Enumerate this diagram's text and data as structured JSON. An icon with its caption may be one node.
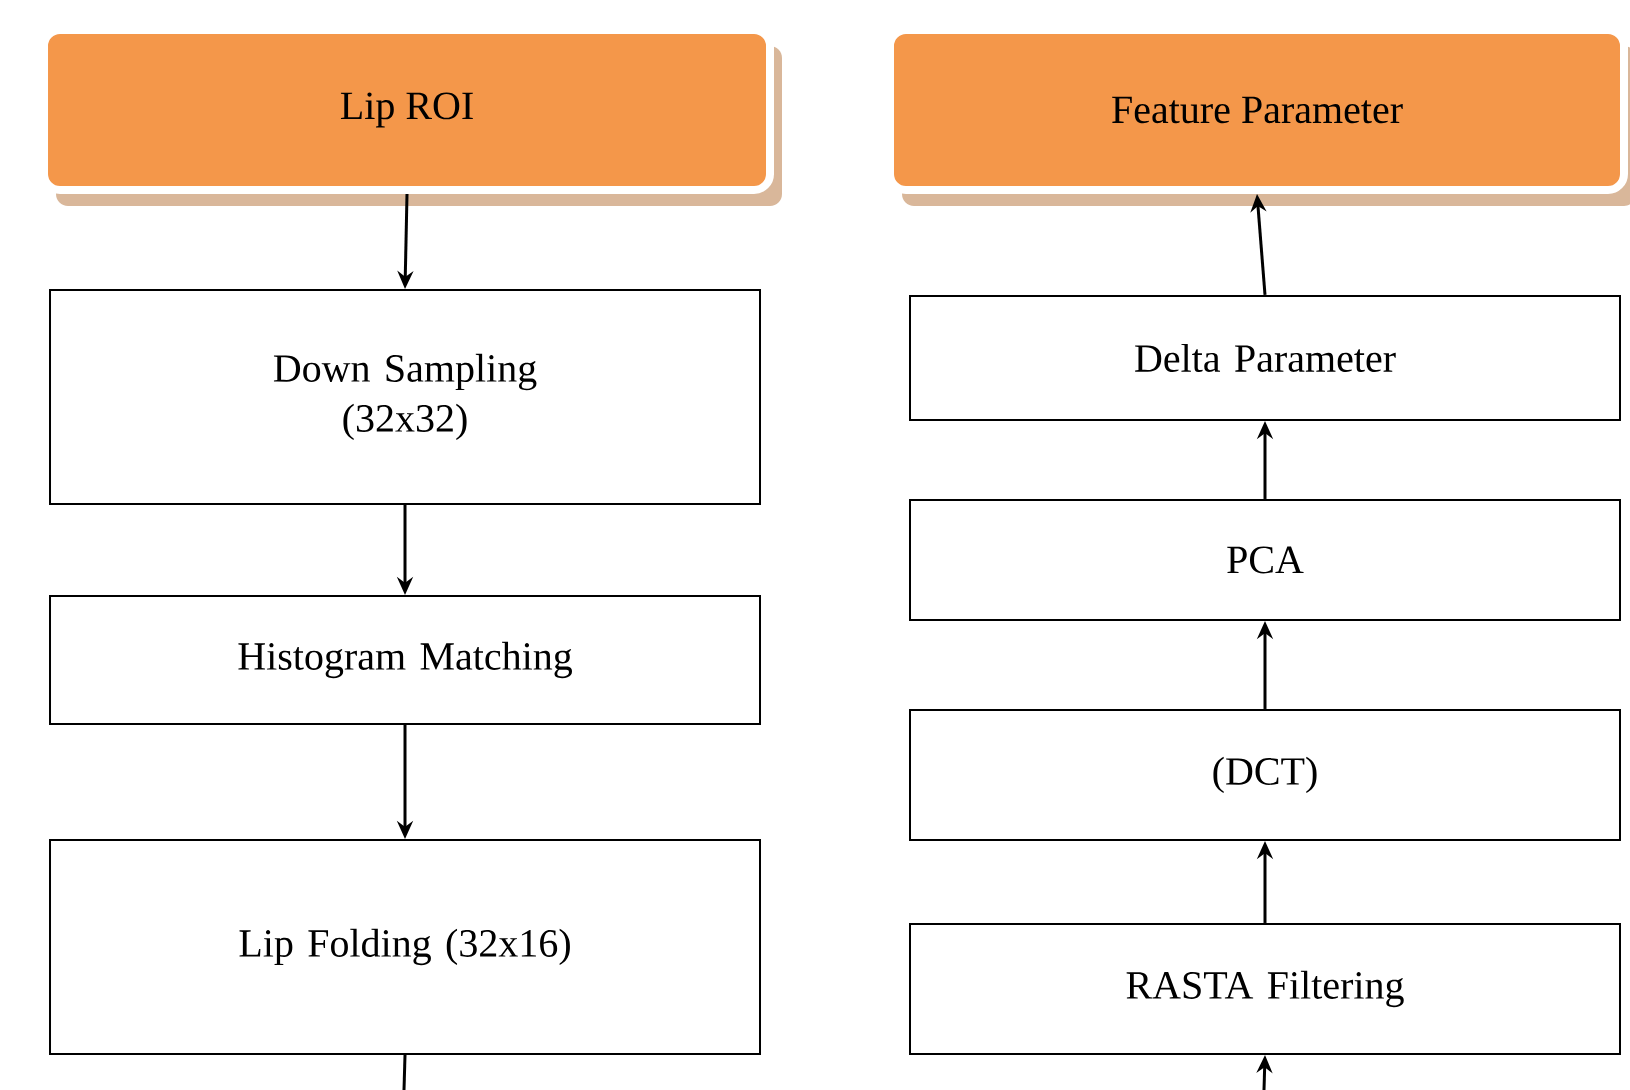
{
  "diagram": {
    "nodes": [
      {
        "text": [
          "Lip ROI"
        ]
      },
      {
        "text": [
          "Down Sampling (32x32)"
        ]
      },
      {
        "text": [
          "Histogram Matching"
        ]
      },
      {
        "text": [
          "Lip Folding (32x16)"
        ]
      },
      {
        "text": [
          "Feature Parameter"
        ]
      },
      {
        "text": [
          "Delta Parameter"
        ]
      },
      {
        "text": [
          "PCA"
        ]
      },
      {
        "text": [
          "(DCT)"
        ]
      },
      {
        "text": [
          "RASTA Filtering"
        ]
      }
    ],
    "edges": [
      {
        "from": 0,
        "to": 1,
        "arrow": "to"
      },
      {
        "from": 1,
        "to": 2,
        "arrow": "to"
      },
      {
        "from": 2,
        "to": 3,
        "arrow": "to"
      },
      {
        "from": 3,
        "to": null,
        "arrow": "none"
      },
      {
        "from": null,
        "to": 8,
        "arrow": "to"
      },
      {
        "from": 8,
        "to": 7,
        "arrow": "to"
      },
      {
        "from": 7,
        "to": 6,
        "arrow": "to"
      },
      {
        "from": 6,
        "to": 5,
        "arrow": "to"
      },
      {
        "from": 5,
        "to": 4,
        "arrow": "to"
      }
    ]
  }
}
